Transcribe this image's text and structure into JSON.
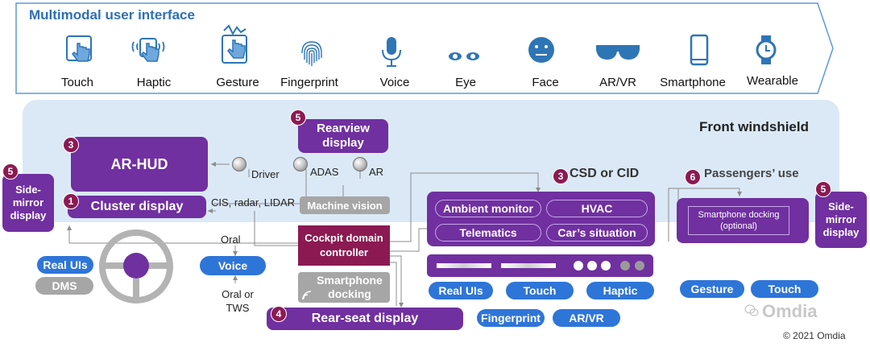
{
  "header": {
    "title": "Multimodal user interface",
    "items": [
      {
        "label": "Touch",
        "icon": "touch-icon"
      },
      {
        "label": "Haptic",
        "icon": "haptic-icon"
      },
      {
        "label": "Gesture",
        "icon": "gesture-icon"
      },
      {
        "label": "Fingerprint",
        "icon": "fingerprint-icon"
      },
      {
        "label": "Voice",
        "icon": "microphone-icon"
      },
      {
        "label": "Eye",
        "icon": "eye-icon"
      },
      {
        "label": "Face",
        "icon": "face-icon"
      },
      {
        "label": "AR/VR",
        "icon": "vr-glasses-icon"
      },
      {
        "label": "Smartphone",
        "icon": "smartphone-icon"
      },
      {
        "label": "Wearable",
        "icon": "smartwatch-icon"
      }
    ]
  },
  "windshield": {
    "label": "Front windshield"
  },
  "badges": {
    "n1": "1",
    "n3": "3",
    "n4": "4",
    "n5": "5",
    "n6": "6"
  },
  "displays": {
    "ar_hud": "AR-HUD",
    "cluster": "Cluster display",
    "side_mirror_left": "Side-mirror display",
    "side_mirror_right": "Side-mirror display",
    "rearview": "Rearview display",
    "rear_seat": "Rear-seat display",
    "csd_title": "CSD or CID",
    "passengers_title": "Passengers’ use"
  },
  "sensors": {
    "driver": "Driver",
    "adas": "ADAS",
    "ar": "AR",
    "cis": "CIS, radar, LIDAR"
  },
  "center": {
    "machine_vision": "Machine vision",
    "cockpit_controller": "Cockpit domain controller",
    "smartphone_docking": "Smartphone docking"
  },
  "csd": {
    "ambient_monitor": "Ambient monitor",
    "hvac": "HVAC",
    "telematics": "Telematics",
    "cars_situation": "Car’s situation"
  },
  "passengers": {
    "smartphone_docking_optional": "Smartphone docking (optional)"
  },
  "connections": {
    "oral": "Oral",
    "oral_or_tws": "Oral or TWS"
  },
  "pills": {
    "real_uis_left": "Real UIs",
    "dms": "DMS",
    "voice": "Voice",
    "real_uis_center": "Real UIs",
    "touch_center": "Touch",
    "haptic": "Haptic",
    "fingerprint": "Fingerprint",
    "arvr": "AR/VR",
    "gesture": "Gesture",
    "touch_right": "Touch"
  },
  "watermark": {
    "brand": "Omdia",
    "copyright": "© 2021 Omdia"
  },
  "colors": {
    "purple": "#7030a0",
    "maroon": "#8b1a52",
    "blue_pill": "#2e75d8",
    "grey": "#a6a6a6",
    "title_blue": "#2e6fb7",
    "windshield": "#dbe9f7"
  }
}
